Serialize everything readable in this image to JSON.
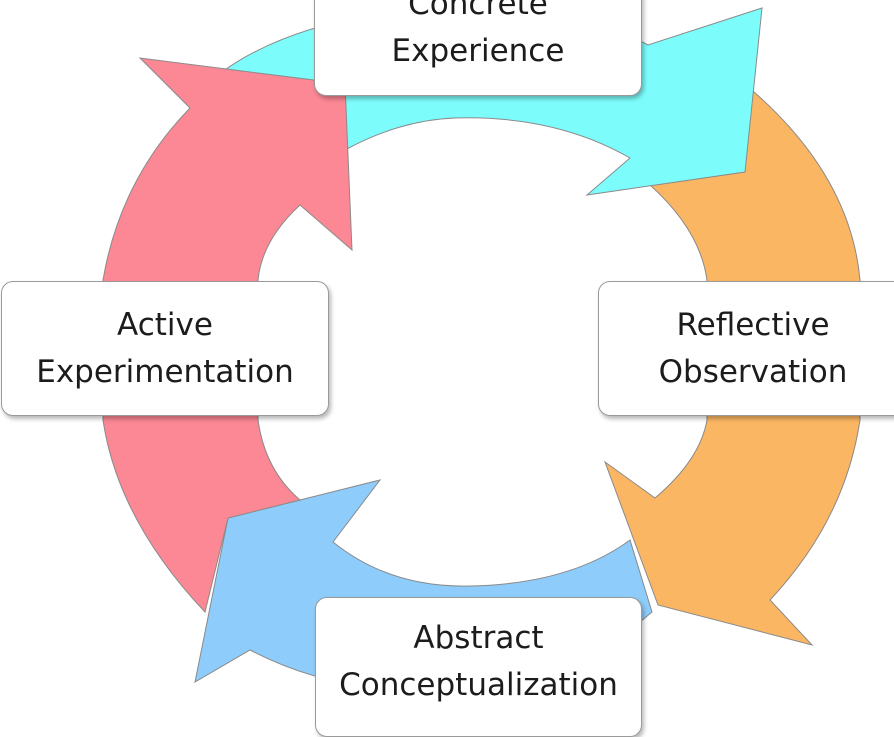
{
  "diagram": {
    "stages": [
      {
        "line1": "Concrete",
        "line2": "Experience"
      },
      {
        "line1": "Reflective",
        "line2": "Observation"
      },
      {
        "line1": "Abstract",
        "line2": "Conceptualization"
      },
      {
        "line1": "Active",
        "line2": "Experimentation"
      }
    ],
    "arrow_colors": {
      "concrete_to_reflective": "#7dfcfc",
      "reflective_to_abstract": "#fbb663",
      "abstract_to_active": "#8dccfb",
      "active_to_concrete": "#fb8894"
    },
    "outline_color": "#8a8a8a"
  }
}
